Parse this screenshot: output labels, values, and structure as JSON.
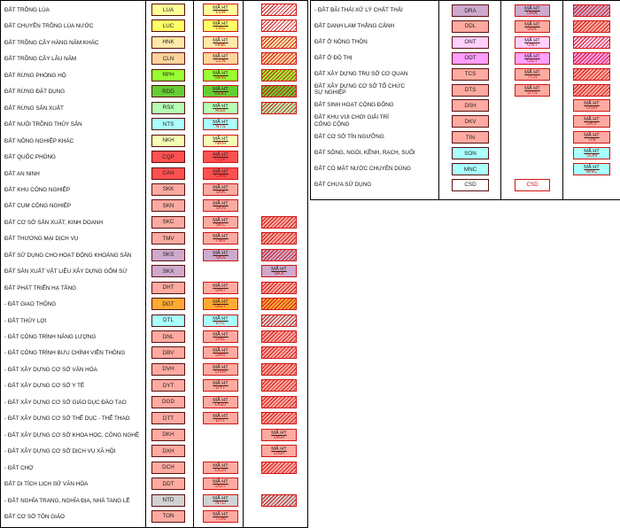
{
  "symbol_top_text": "MÃ HT",
  "colors": {
    "symbol_border": "#d21414",
    "hatch_line": "#d21414"
  },
  "left_rows": [
    {
      "label": "ĐẤT TRỒNG LÚA",
      "code": "LUA",
      "fill": "#ffff9a",
      "sym": true,
      "sym_fill": "#ffff9a",
      "hatch": true,
      "hatch_fill": "#ffffff"
    },
    {
      "label": "ĐẤT CHUYÊN TRỒNG LÚA NƯỚC",
      "code": "LUC",
      "fill": "#ffff66",
      "sym": true,
      "sym_fill": "#ffff66",
      "hatch": true,
      "hatch_fill": "#ffffff"
    },
    {
      "label": "ĐẤT TRỒNG CÂY HÀNG NĂM KHÁC",
      "code": "HNK",
      "fill": "#ffe9a8",
      "sym": true,
      "sym_fill": "#ffe9a8",
      "hatch": true,
      "hatch_fill": "#ffe9a8"
    },
    {
      "label": "ĐẤT TRỒNG CÂY LÂU NĂM",
      "code": "CLN",
      "fill": "#ffd49a",
      "sym": true,
      "sym_fill": "#ffd49a",
      "hatch": true,
      "hatch_fill": "#ffd49a"
    },
    {
      "label": "ĐẤT RỪNG PHÒNG HỘ",
      "code": "RPH",
      "fill": "#99ff33",
      "sym": true,
      "sym_fill": "#99ff33",
      "hatch": true,
      "hatch_fill": "#99ff33"
    },
    {
      "label": "ĐẤT RỪNG ĐẶT DỤNG",
      "code": "RDD",
      "fill": "#66cc33",
      "sym": true,
      "sym_fill": "#66cc33",
      "hatch": true,
      "hatch_fill": "#66cc33"
    },
    {
      "label": "ĐẤT RỪNG SẢN XUẤT",
      "code": "RSX",
      "fill": "#b4ffb4",
      "sym": true,
      "sym_fill": "#b4ffb4",
      "hatch": true,
      "hatch_fill": "#b4ffb4"
    },
    {
      "label": "ĐẤT NUÔI TRỒNG THỦY SẢN",
      "code": "NTS",
      "fill": "#aaffff",
      "sym": true,
      "sym_fill": "#aaffff",
      "hatch": false
    },
    {
      "label": "ĐẤT NÔNG NGHIỆP KHÁC",
      "code": "NKH",
      "fill": "#f5ffb4",
      "sym": true,
      "sym_fill": "#f5ffb4",
      "hatch": false
    },
    {
      "label": "ĐẤT QUỐC PHÒNG",
      "code": "CQP",
      "fill": "#ff5050",
      "sym": true,
      "sym_fill": "#ff5050",
      "hatch": false
    },
    {
      "label": "ĐẤT AN NINH",
      "code": "CAN",
      "fill": "#ff5050",
      "sym": true,
      "sym_fill": "#ff5050",
      "hatch": false
    },
    {
      "label": "ĐẤT KHU CÔNG NGHIỆP",
      "code": "SKK",
      "fill": "#faaaa0",
      "sym": true,
      "sym_fill": "#faaaa0",
      "hatch": false
    },
    {
      "label": "ĐẤT CỤM CÔNG NGHIỆP",
      "code": "SKN",
      "fill": "#faaaa0",
      "sym": true,
      "sym_fill": "#faaaa0",
      "hatch": false
    },
    {
      "label": "ĐẤT CƠ SỞ SẢN XUẤT, KINH DOANH",
      "code": "SKC",
      "fill": "#faaaa0",
      "sym": true,
      "sym_fill": "#faaaa0",
      "hatch": true,
      "hatch_fill": "#faaaa0"
    },
    {
      "label": "ĐẤT THƯƠNG MẠI DỊCH VỤ",
      "code": "TMV",
      "fill": "#faaaa0",
      "sym": true,
      "sym_fill": "#faaaa0",
      "hatch": true,
      "hatch_fill": "#faaaa0"
    },
    {
      "label": "ĐẤT SỬ DỤNG CHO HOẠT ĐỘNG KHOÁNG SẢN",
      "code": "SKS",
      "fill": "#cdaacd",
      "sym": true,
      "sym_fill": "#cdaacd",
      "hatch": true,
      "hatch_fill": "#cdaacd"
    },
    {
      "label": "ĐẤT SẢN XUẤT VẬT LIỆU XÂY DỰNG GỐM SỨ",
      "code": "SKX",
      "fill": "#cdaacd",
      "sym": false,
      "hatch": true,
      "hatch_fill": "#cdaacd",
      "hatch_text": true
    },
    {
      "label": "ĐẤT PHÁT TRIỂN HẠ TẦNG",
      "code": "DHT",
      "fill": "#ffaaa0",
      "sym": true,
      "sym_fill": "#ffaaa0",
      "hatch": true,
      "hatch_fill": "#ffaaa0"
    },
    {
      "label": "- ĐẤT GIAO THÔNG",
      "code": "DGT",
      "fill": "#ffaa32",
      "sym": true,
      "sym_fill": "#ffaa32",
      "hatch": true,
      "hatch_fill": "#ffaa32"
    },
    {
      "label": "- ĐẤT THỦY LỢI",
      "code": "DTL",
      "fill": "#aaffff",
      "sym": true,
      "sym_fill": "#aaffff",
      "hatch": true,
      "hatch_fill": "#dcdcdc"
    },
    {
      "label": "- ĐẤT CÔNG TRÌNH NĂNG LƯỢNG",
      "code": "DNL",
      "fill": "#ffaaa0",
      "sym": true,
      "sym_fill": "#ffaaa0",
      "hatch": true,
      "hatch_fill": "#ffaaa0"
    },
    {
      "label": "- ĐẤT CÔNG TRÌNH BƯU CHÍNH VIỄN THÔNG",
      "code": "DBV",
      "fill": "#ffaaa0",
      "sym": true,
      "sym_fill": "#ffaaa0",
      "hatch": true,
      "hatch_fill": "#ffaaa0"
    },
    {
      "label": "- ĐẤT XÂY DỰNG CƠ SỞ VĂN HÓA",
      "code": "DVH",
      "fill": "#ffaaa0",
      "sym": true,
      "sym_fill": "#ffaaa0",
      "hatch": true,
      "hatch_fill": "#ffaaa0"
    },
    {
      "label": "- ĐẤT XÂY DỰNG CƠ SỞ Y TẾ",
      "code": "DYT",
      "fill": "#ffaaa0",
      "sym": true,
      "sym_fill": "#ffaaa0",
      "hatch": true,
      "hatch_fill": "#ffaaa0"
    },
    {
      "label": "- ĐẤT XÂY DỰNG CƠ SỞ GIÁO DỤC ĐÀO TẠO",
      "code": "DGD",
      "fill": "#ffaaa0",
      "sym": true,
      "sym_fill": "#ffaaa0",
      "hatch": true,
      "hatch_fill": "#ffaaa0"
    },
    {
      "label": "- ĐẤT XÂY DỰNG CƠ SỞ THỂ DỤC - THỂ THAO",
      "code": "DTT",
      "fill": "#ffaaa0",
      "sym": true,
      "sym_fill": "#ffaaa0",
      "hatch": true,
      "hatch_fill": "#ffaaa0"
    },
    {
      "label": "- ĐẤT XÂY DỰNG CƠ SỞ KHOA HỌC, CÔNG NGHỆ",
      "code": "DKH",
      "fill": "#ffaaa0",
      "sym": false,
      "hatch": true,
      "hatch_fill": "#ffaaa0",
      "hatch_text": true
    },
    {
      "label": "- ĐẤT XÂY DỰNG CƠ SỞ DỊCH VỤ XÃ HỘI",
      "code": "DXH",
      "fill": "#ffaaa0",
      "sym": false,
      "hatch": true,
      "hatch_fill": "#ffaaa0",
      "hatch_text": true
    },
    {
      "label": "- ĐẤT CHỢ",
      "code": "DCH",
      "fill": "#ffaaa0",
      "sym": true,
      "sym_fill": "#ffaaa0",
      "hatch": true,
      "hatch_fill": "#ffaaa0"
    },
    {
      "label": "ĐẤT DI TÍCH LỊCH SỬ VĂN HÓA",
      "code": "DDT",
      "fill": "#ffaaa0",
      "sym": true,
      "sym_fill": "#ffaaa0",
      "hatch": false
    },
    {
      "label": "- ĐẤT NGHĨA TRANG, NGHĨA ĐỊA, NHÀ TANG LỄ",
      "code": "NTD",
      "fill": "#d2d2d2",
      "sym": true,
      "sym_fill": "#d2d2d2",
      "hatch": true,
      "hatch_fill": "#d2d2d2"
    },
    {
      "label": "ĐẤT CƠ SỞ TÔN GIÁO",
      "code": "TON",
      "fill": "#ffaaa0",
      "sym": true,
      "sym_fill": "#ffaaa0",
      "hatch": false
    }
  ],
  "right_rows": [
    {
      "label": "- ĐẤT BÃI THẢI XỬ LÝ CHẤT THẢI",
      "code": "DRA",
      "fill": "#cdaacd",
      "sym": true,
      "sym_fill": "#cdaacd",
      "hatch": true,
      "hatch_fill": "#cdaacd"
    },
    {
      "label": "ĐẤT DANH LAM THẮNG CẢNH",
      "code": "DDL",
      "fill": "#ffaaa0",
      "sym": true,
      "sym_fill": "#ffaaa0",
      "hatch": true,
      "hatch_fill": "#ffaaa0"
    },
    {
      "label": "ĐẤT Ở NÔNG THÔN",
      "code": "ONT",
      "fill": "#ffd0ff",
      "sym": true,
      "sym_fill": "#ffd0ff",
      "hatch": true,
      "hatch_fill": "#ffd0ff"
    },
    {
      "label": "ĐẤT Ở ĐÔ THỊ",
      "code": "ODT",
      "fill": "#ff9fff",
      "sym": true,
      "sym_fill": "#ff9fff",
      "hatch": true,
      "hatch_fill": "#ff9fff"
    },
    {
      "label": "ĐẤT XÂY DỰNG TRỤ SỞ CƠ QUAN",
      "code": "TCS",
      "fill": "#ffaaa0",
      "sym": true,
      "sym_fill": "#ffaaa0",
      "hatch": true,
      "hatch_fill": "#ffaaa0"
    },
    {
      "label": "ĐẤT XÂY DỰNG CƠ SỞ TỔ CHỨC\nSỰ NGHIỆP",
      "code": "DTS",
      "fill": "#ffaaa0",
      "sym": true,
      "sym_fill": "#ffaaa0",
      "hatch": true,
      "hatch_fill": "#ffaaa0"
    },
    {
      "label": "ĐẤT SINH HOẠT CỘNG ĐỒNG",
      "code": "DSH",
      "fill": "#ffaaa0",
      "sym": false,
      "hatch": true,
      "hatch_fill": "#ffaaa0",
      "hatch_text": true
    },
    {
      "label": "ĐẤT KHU VUI CHƠI GIẢI TRÍ\nCÔNG CỘNG",
      "code": "DKV",
      "fill": "#ffaaa0",
      "sym": false,
      "hatch": true,
      "hatch_fill": "#ffaaa0",
      "hatch_text": true
    },
    {
      "label": "ĐẤT CƠ SỞ TÍN NGƯỠNG",
      "code": "TIN",
      "fill": "#ffaaa0",
      "sym": false,
      "hatch": true,
      "hatch_fill": "#ffaaa0",
      "hatch_text": true
    },
    {
      "label": "ĐẤT SÔNG, NGÒI, KÊNH, RẠCH, SUỐI",
      "code": "SON",
      "fill": "#aaffff",
      "sym": false,
      "hatch": true,
      "hatch_fill": "#aaffff",
      "hatch_text": true
    },
    {
      "label": "ĐẤT CÓ MẶT NƯỚC CHUYÊN DÙNG",
      "code": "MNC",
      "fill": "#aaffff",
      "sym": false,
      "hatch": true,
      "hatch_fill": "#aaffff",
      "hatch_text": true
    },
    {
      "label": "ĐẤT CHƯA SỬ DỤNG",
      "code": "CSD",
      "fill": "#ffffff",
      "sym": false,
      "hatch": false,
      "csd": true
    }
  ]
}
